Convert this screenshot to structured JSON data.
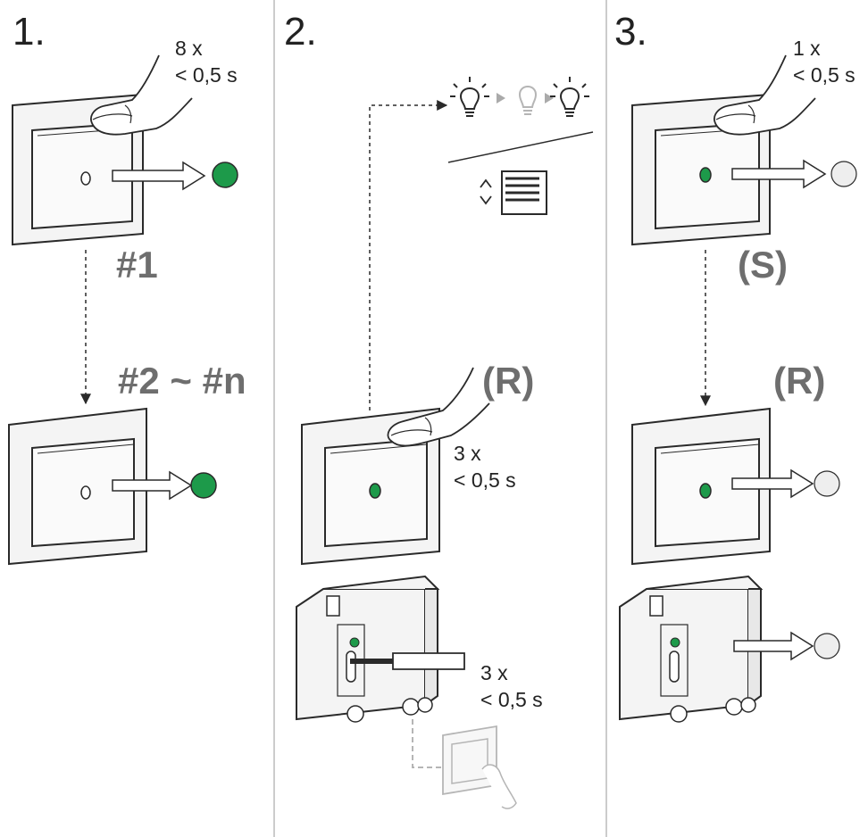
{
  "colors": {
    "led_green": "#1d9a4a",
    "led_off": "#eeeeee",
    "tag_gray": "#6e6e6e",
    "frame_fill": "#f4f4f4",
    "line": "#2a2a2a",
    "faded": "#b5b5b5"
  },
  "panel1": {
    "step": "1.",
    "press": {
      "count": "8 x",
      "duration": "< 0,5 s"
    },
    "tag_first": "#1",
    "tag_rest": "#2 ~ #n",
    "led1_state": "green",
    "led2_state": "green"
  },
  "panel2": {
    "step": "2.",
    "tag": "(R)",
    "press_switch": {
      "count": "3 x",
      "duration": "< 0,5 s"
    },
    "press_module": {
      "count": "3 x",
      "duration": "< 0,5 s"
    },
    "icons": [
      "light-bulb-on-icon",
      "light-bulb-off-icon",
      "light-bulb-on-icon",
      "shutter-updown-icon"
    ]
  },
  "panel3": {
    "step": "3.",
    "press": {
      "count": "1 x",
      "duration": "< 0,5 s"
    },
    "tag_s": "(S)",
    "tag_r": "(R)",
    "leds_state": "off"
  }
}
